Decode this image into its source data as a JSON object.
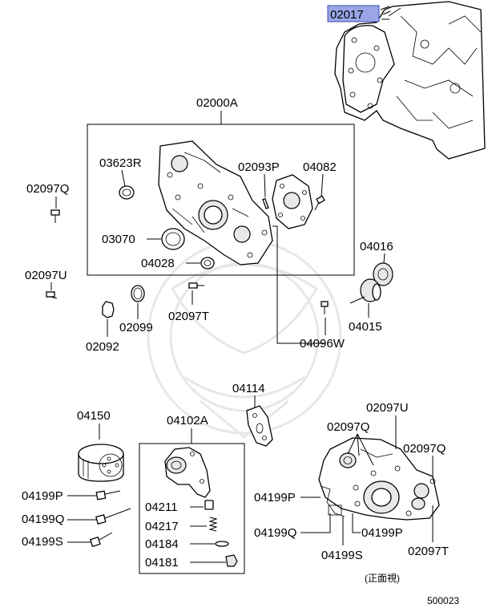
{
  "labels": {
    "p02017": "02017",
    "p02000A": "02000A",
    "p03623R": "03623R",
    "p02093P": "02093P",
    "p04082": "04082",
    "p02097Q_a": "02097Q",
    "p03070": "03070",
    "p04028": "04028",
    "p04016": "04016",
    "p02097U_a": "02097U",
    "p02099": "02099",
    "p02097T_a": "02097T",
    "p04015": "04015",
    "p02092": "02092",
    "p04096W": "04096W",
    "p04114": "04114",
    "p04150": "04150",
    "p04102A": "04102A",
    "p02097U_b": "02097U",
    "p02097Q_b": "02097Q",
    "p02097Q_c": "02097Q",
    "p04199P_a": "04199P",
    "p04199Q_a": "04199Q",
    "p04199S_a": "04199S",
    "p04211": "04211",
    "p04217": "04217",
    "p04184": "04184",
    "p04181": "04181",
    "p04199P_b": "04199P",
    "p04199Q_b": "04199Q",
    "p04199P_c": "04199P",
    "p04199S_b": "04199S",
    "p02097T_b": "02097T",
    "front_view": "(正面視)",
    "diagram_no": "500023"
  },
  "colors": {
    "highlight": "#9aa6e8",
    "line": "#000000"
  }
}
